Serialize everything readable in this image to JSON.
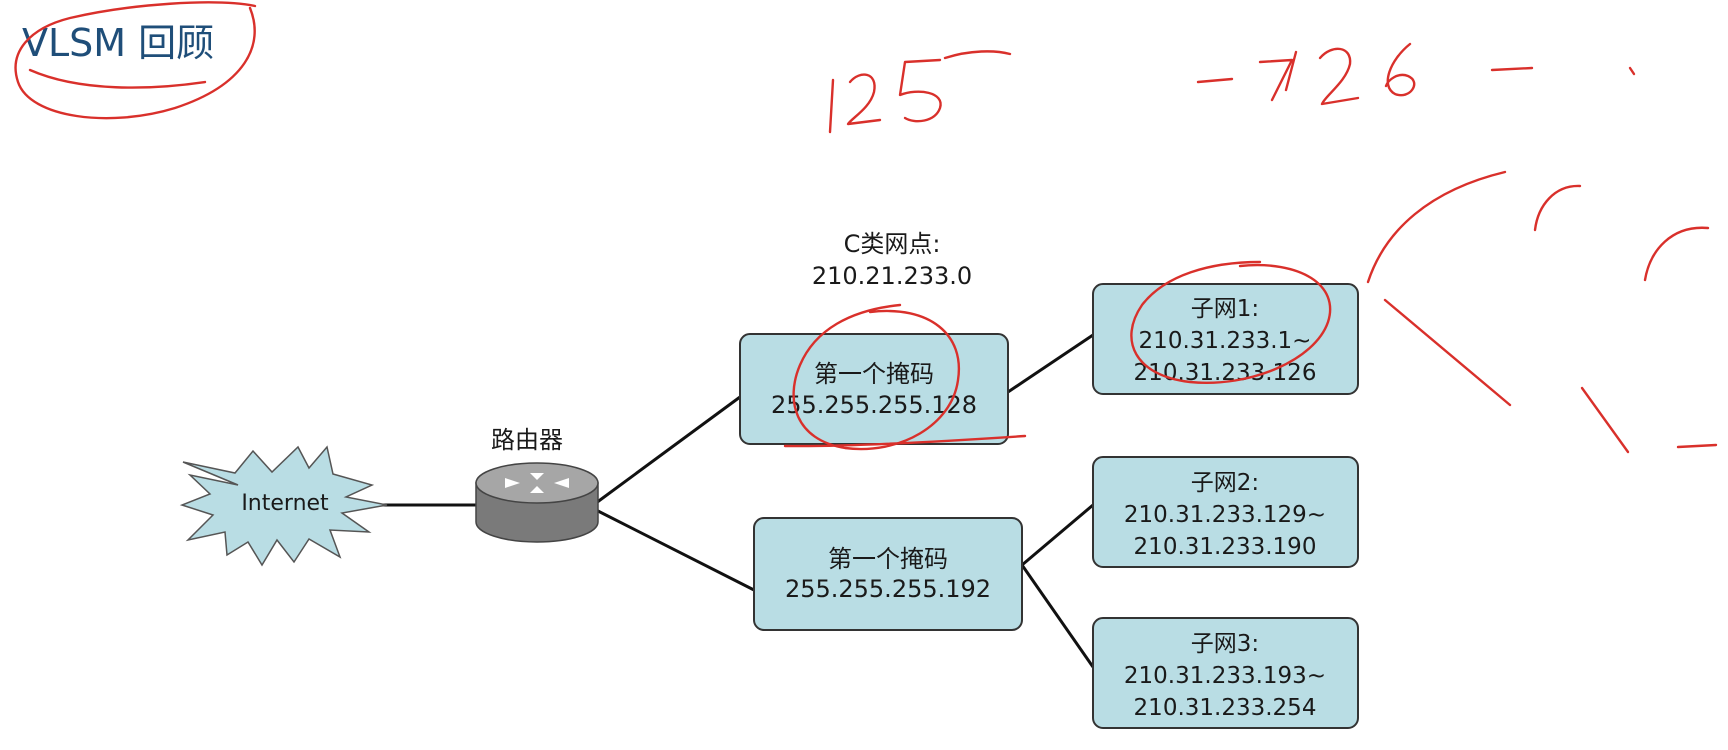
{
  "slide": {
    "title": "VLSM 回顾"
  },
  "network": {
    "site_label": "C类网点:",
    "site_address": "210.21.233.0",
    "internet_label": "Internet",
    "router_label": "路由器",
    "mask_boxes": [
      {
        "label": "第一个掩码",
        "mask": "255.255.255.128"
      },
      {
        "label": "第一个掩码",
        "mask": "255.255.255.192"
      }
    ],
    "subnets": [
      {
        "name": "子网1:",
        "range_start": "210.31.233.1~",
        "range_end": "210.31.233.126"
      },
      {
        "name": "子网2:",
        "range_start": "210.31.233.129~",
        "range_end": "210.31.233.190"
      },
      {
        "name": "子网3:",
        "range_start": "210.31.233.193~",
        "range_end": "210.31.233.254"
      }
    ]
  },
  "annotations": {
    "handwritten_top_left": "125",
    "handwritten_top_mid": "-7/26-",
    "ink_color": "#d9302b"
  },
  "colors": {
    "box_fill": "#b9dde4",
    "box_stroke": "#333333",
    "cloud_fill": "#b9dde4",
    "title": "#1f4e79",
    "router_body": "#7a7a7a",
    "router_top": "#a6a6a6"
  }
}
